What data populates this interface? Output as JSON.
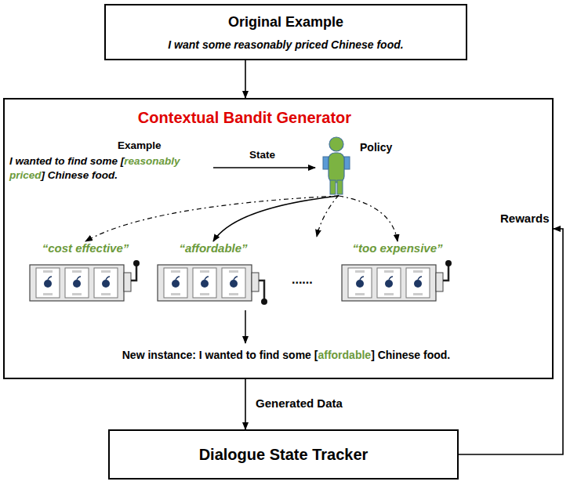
{
  "diagram": {
    "nodes": [
      {
        "text": [
          "Original Example",
          "I want some reasonably priced Chinese food."
        ]
      },
      {
        "text": [
          "Contextual Bandit Generator"
        ]
      },
      {
        "text": [
          "Policy"
        ],
        "in": 1
      },
      {
        "text": [
          "“cost effective”"
        ],
        "in": 1
      },
      {
        "text": [
          "“affordable”"
        ],
        "in": 1
      },
      {
        "text": [
          "“too expensive”"
        ],
        "in": 1
      },
      {
        "text": [
          "Dialogue State Tracker"
        ]
      }
    ],
    "edges": [
      {
        "from": 0,
        "to": 1,
        "arrow": "to"
      },
      {
        "from": 2,
        "to": 3,
        "arrow": "to"
      },
      {
        "from": 2,
        "to": 4,
        "arrow": "to"
      },
      {
        "from": 2,
        "to": 5,
        "arrow": "to"
      },
      {
        "from": 1,
        "to": 6,
        "label": "Generated Data",
        "arrow": "to"
      },
      {
        "from": 6,
        "to": 1,
        "label": "Rewards",
        "arrow": "to"
      }
    ],
    "labels": [
      "Example",
      "I wanted to find some [reasonably priced] Chinese food.",
      "State",
      "......",
      "New instance: I wanted to find some [affordable] Chinese food."
    ]
  }
}
